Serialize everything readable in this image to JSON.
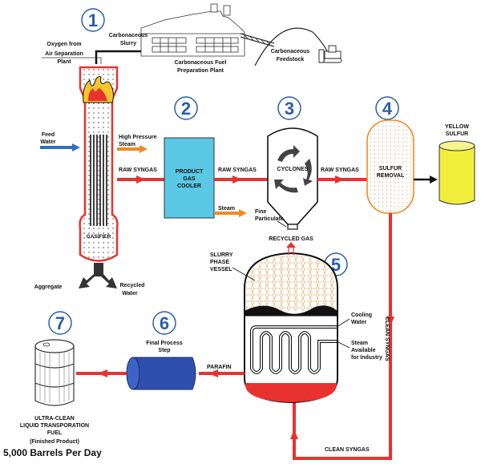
{
  "numbers": [
    "1",
    "2",
    "3",
    "4",
    "5",
    "6",
    "7"
  ],
  "labels": {
    "oxygen_from": "Oxygen from",
    "air_separation": "Air Separation",
    "plant": "Plant",
    "carbonaceous": "Carbonaceous",
    "slurry": "Slurry",
    "fuel_prep_1": "Carbonaceous Fuel",
    "fuel_prep_2": "Preparation Plant",
    "feedstock_1": "Carbonaceous",
    "feedstock_2": "Feedstock",
    "feed": "Feed",
    "water": "Water",
    "high_pressure": "High Pressure",
    "steam": "Steam",
    "raw_syngas": "RAW SYNGAS",
    "product": "PRODUCT",
    "gas": "GAS",
    "cooler": "COOLER",
    "cyclones": "CYCLONES",
    "fine": "Fine",
    "particulate": "Particulate",
    "sulfur": "SULFUR",
    "removal": "REMOVAL",
    "yellow": "YELLOW",
    "yellow_sulfur": "SULFUR",
    "gasifier": "GASIFIER",
    "aggregate": "Aggregate",
    "recycled": "Recycled",
    "recycled_water": "Water",
    "recycled_gas": "RECYCLED GAS",
    "slurry_1": "SLURRY",
    "slurry_2": "PHASE",
    "slurry_3": "VESSEL",
    "cooling": "Cooling",
    "cooling_water": "Water",
    "steam_2": "Steam",
    "available": "Available",
    "for_industry": "for Industry",
    "clean_syngas": "CLEAN SYNGAS",
    "final_1": "Final Process",
    "final_2": "Step",
    "parafin": "PARAFIN",
    "ultra_1": "ULTRA-CLEAN",
    "ultra_2": "LIQUID TRANSPORATION",
    "ultra_3": "FUEL",
    "finished": "(Finished Product)",
    "barrels": "5,000 Barrels Per Day"
  },
  "colors": {
    "red": "#e8322f",
    "orange": "#f08a24",
    "blue": "#2f6fc0",
    "cooler": "#5bc8e6",
    "yellow": "#f2ef3c",
    "number": "#2b5fa8"
  }
}
